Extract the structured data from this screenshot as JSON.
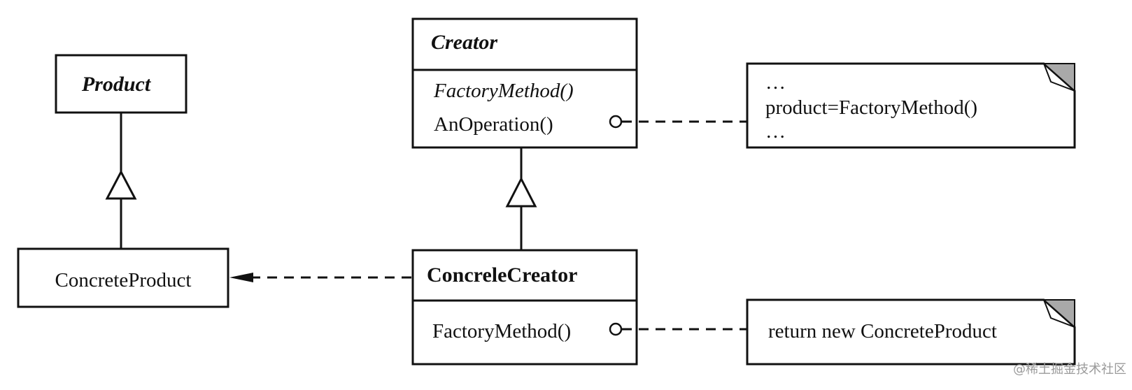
{
  "classes": {
    "product": {
      "name": "Product"
    },
    "concrete_product": {
      "name": "ConcreteProduct"
    },
    "creator": {
      "name": "Creator",
      "operations": [
        "FactoryMethod()",
        "AnOperation()"
      ]
    },
    "concrete_creator": {
      "name": "ConcreleCreator",
      "operations": [
        "FactoryMethod()"
      ]
    }
  },
  "notes": {
    "an_operation": [
      "…",
      "product=FactoryMethod()",
      "…"
    ],
    "factory_method": [
      "return new ConcreteProduct"
    ]
  },
  "watermark": "@稀土掘金技术社区"
}
